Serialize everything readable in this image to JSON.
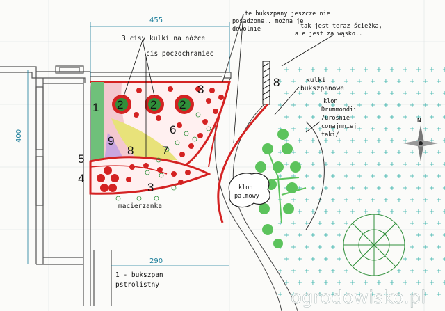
{
  "labels": {
    "kulki_na_nozce": "3 cisy kulki na nóżce",
    "cis_poczochraniec": "cis poczochraniec",
    "bukszpany_line1": "te bukszpany jeszcze nie",
    "bukszpany_line2": "posadzone.. można je",
    "bukszpany_line3": "dowolnie",
    "sciezka_line1": "tak jest teraz ścieżka,",
    "sciezka_line2": "ale jest za wąsko..",
    "kulki_line1": "kulki",
    "kulki_line2": "bukszpanowe",
    "klon_line1": "klon",
    "klon_line2": "Drummondii",
    "klon_line3": "/urośnie",
    "klon_line4": "conajmniej",
    "klon_line5": "taki/",
    "klon_palmowy_line1": "klon",
    "klon_palmowy_line2": "palmowy",
    "macierzanka": "macierzanka",
    "legend_line1": "1 - bukszpan",
    "legend_line2": "pstrolistny",
    "compass_n": "N",
    "watermark": "ogrodowisko.pl"
  },
  "dimensions": {
    "top": "455",
    "left": "400",
    "bottom": "290"
  },
  "numbers": {
    "n1": "1",
    "n2a": "2",
    "n2b": "2",
    "n2c": "2",
    "n3a": "3",
    "n3b": "3",
    "n4": "4",
    "n5": "5",
    "n6": "6",
    "n7": "7",
    "n8a": "8",
    "n8b": "8",
    "n9": "9"
  },
  "colors": {
    "wall": "#666666",
    "red": "#d42222",
    "green": "#2f8f3a",
    "dot_green": "#5cc35c",
    "cyan_cross": "#30b0a8",
    "dimension": "#1a7d9a"
  }
}
